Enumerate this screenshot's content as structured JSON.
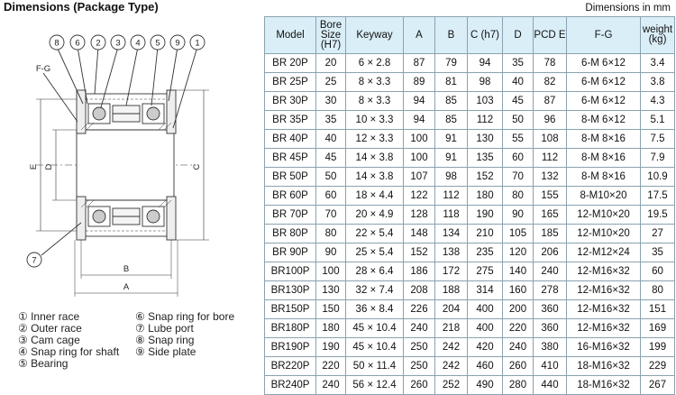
{
  "title": "Dimensions (Package Type)",
  "units_note": "Dimensions in mm",
  "drawing": {
    "callouts": [
      "8",
      "6",
      "2",
      "3",
      "4",
      "5",
      "9",
      "1",
      "7"
    ],
    "labels": {
      "fg": "F-G",
      "e": "E",
      "d": "D",
      "c": "C",
      "b": "B",
      "a": "A"
    }
  },
  "legend": [
    "① Inner race",
    "② Outer race",
    "③ Cam cage",
    "④ Snap ring for shaft",
    "⑤ Bearing",
    "⑥ Snap ring for bore",
    "⑦ Lube port",
    "⑧ Snap ring",
    "⑨ Side plate"
  ],
  "table": {
    "headers": [
      "Model",
      "Bore Size (H7)",
      "Keyway",
      "A",
      "B",
      "C (h7)",
      "D",
      "PCD E",
      "F-G",
      "weight (kg)"
    ],
    "rows": [
      [
        "BR 20P",
        "20",
        "6 ×  2.8",
        "87",
        "79",
        "94",
        "35",
        "78",
        "6-M  6×12",
        "3.4"
      ],
      [
        "BR 25P",
        "25",
        "8 ×  3.3",
        "89",
        "81",
        "98",
        "40",
        "82",
        "6-M  6×12",
        "3.8"
      ],
      [
        "BR 30P",
        "30",
        "8 ×  3.3",
        "94",
        "85",
        "103",
        "45",
        "87",
        "6-M  6×12",
        "4.3"
      ],
      [
        "BR 35P",
        "35",
        "10 ×  3.3",
        "94",
        "85",
        "112",
        "50",
        "96",
        "8-M  6×12",
        "5.1"
      ],
      [
        "BR 40P",
        "40",
        "12 ×  3.3",
        "100",
        "91",
        "130",
        "55",
        "108",
        "8-M  8×16",
        "7.5"
      ],
      [
        "BR 45P",
        "45",
        "14 ×  3.8",
        "100",
        "91",
        "135",
        "60",
        "112",
        "8-M  8×16",
        "7.9"
      ],
      [
        "BR 50P",
        "50",
        "14 ×  3.8",
        "107",
        "98",
        "152",
        "70",
        "132",
        "8-M  8×16",
        "10.9"
      ],
      [
        "BR 60P",
        "60",
        "18 ×  4.4",
        "122",
        "112",
        "180",
        "80",
        "155",
        "8-M10×20",
        "17.5"
      ],
      [
        "BR 70P",
        "70",
        "20 ×  4.9",
        "128",
        "118",
        "190",
        "90",
        "165",
        "12-M10×20",
        "19.5"
      ],
      [
        "BR 80P",
        "80",
        "22 ×  5.4",
        "148",
        "134",
        "210",
        "105",
        "185",
        "12-M10×20",
        "27"
      ],
      [
        "BR 90P",
        "90",
        "25 ×  5.4",
        "152",
        "138",
        "235",
        "120",
        "206",
        "12-M12×24",
        "35"
      ],
      [
        "BR100P",
        "100",
        "28 ×  6.4",
        "186",
        "172",
        "275",
        "140",
        "240",
        "12-M16×32",
        "60"
      ],
      [
        "BR130P",
        "130",
        "32 ×  7.4",
        "208",
        "188",
        "314",
        "160",
        "278",
        "12-M16×32",
        "80"
      ],
      [
        "BR150P",
        "150",
        "36 ×  8.4",
        "226",
        "204",
        "400",
        "200",
        "360",
        "12-M16×32",
        "151"
      ],
      [
        "BR180P",
        "180",
        "45 × 10.4",
        "240",
        "218",
        "400",
        "220",
        "360",
        "12-M16×32",
        "169"
      ],
      [
        "BR190P",
        "190",
        "45 × 10.4",
        "250",
        "242",
        "420",
        "240",
        "380",
        "16-M16×32",
        "199"
      ],
      [
        "BR220P",
        "220",
        "50 × 11.4",
        "250",
        "242",
        "460",
        "260",
        "410",
        "18-M16×32",
        "229"
      ],
      [
        "BR240P",
        "240",
        "56 × 12.4",
        "260",
        "252",
        "490",
        "280",
        "440",
        "18-M16×32",
        "267"
      ]
    ]
  }
}
